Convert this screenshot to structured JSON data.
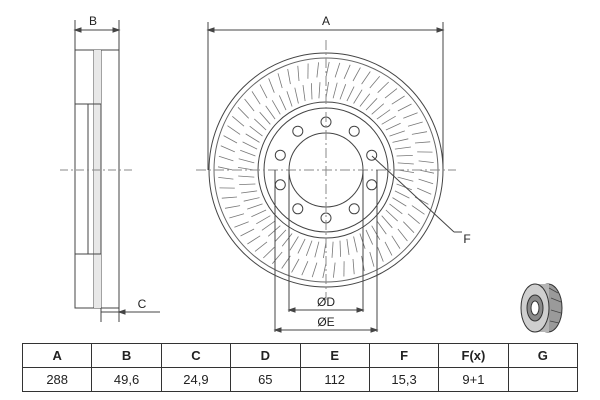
{
  "labels": {
    "A": "A",
    "B": "B",
    "C": "C",
    "D": "ØD",
    "E": "ØE",
    "F": "F"
  },
  "table": {
    "headers": [
      "A",
      "B",
      "C",
      "D",
      "E",
      "F",
      "F(x)",
      "G"
    ],
    "values": [
      "288",
      "49,6",
      "24,9",
      "65",
      "112",
      "15,3",
      "9+1",
      ""
    ]
  },
  "colors": {
    "line": "#444444",
    "hatch": "#777777"
  }
}
